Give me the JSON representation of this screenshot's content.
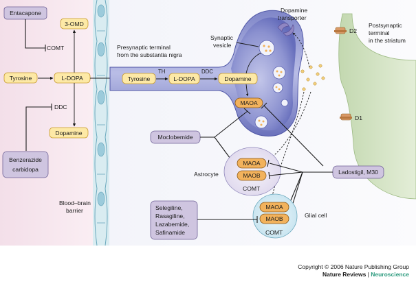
{
  "left_panel": {
    "entacapone": "Entacapone",
    "three_omd": "3-OMD",
    "comt": "COMT",
    "tyrosine": "Tyrosine",
    "ldopa": "L-DOPA",
    "ddc": "DDC",
    "dopamine": "Dopamine",
    "benserazide_line1": "Benzerazide",
    "benserazide_line2": "carbidopa",
    "bbb_line1": "Blood–brain",
    "bbb_line2": "barrier"
  },
  "presynaptic": {
    "terminal_line1": "Presynaptic terminal",
    "terminal_line2": "from the substantia nigra",
    "tyrosine": "Tyrosine",
    "th": "TH",
    "ldopa": "L-DOPA",
    "ddc": "DDC",
    "dopamine": "Dopamine",
    "maoa": "MAOA",
    "vesicle_line1": "Synaptic",
    "vesicle_line2": "vesicle",
    "transporter_line1": "Dopamine",
    "transporter_line2": "transporter"
  },
  "postsynaptic": {
    "label_line1": "Postsynaptic",
    "label_line2": "terminal",
    "label_line3": "in the striatum",
    "d2": "D2",
    "d1": "D1"
  },
  "drugs": {
    "moclobemide": "Moclobemide",
    "ladostigil": "Ladostigil, M30",
    "selegiline": "Selegiline,",
    "rasagiline": "Rasagiline,",
    "lazabemide": "Lazabemide,",
    "safinamide": "Safinamide"
  },
  "astrocyte": {
    "label": "Astrocyte",
    "maoa": "MAOA",
    "maob": "MAOB",
    "comt": "COMT"
  },
  "glial": {
    "label": "Glial cell",
    "maoa": "MAOA",
    "maob": "MAOB",
    "comt": "COMT"
  },
  "credit": {
    "copyright": "Copyright © 2006 Nature Publishing Group",
    "journal": "Nature Reviews",
    "separator": " | ",
    "section": "Neuroscience"
  },
  "colors": {
    "left_bg_top": "#f7e6ee",
    "left_bg_bottom": "#f1e0ea",
    "neuron_body": "#5f67b8",
    "neuron_light": "#aeb2dd",
    "post_terminal": "#d3e3c3",
    "astrocyte_fill": "#e7e3f1",
    "glial_fill": "#d6ecf4",
    "yellow_box": "#fde9a6",
    "purple_box": "#cfc5e0",
    "orange_box": "#f2b25c",
    "accent_green": "#2b9a7d"
  }
}
